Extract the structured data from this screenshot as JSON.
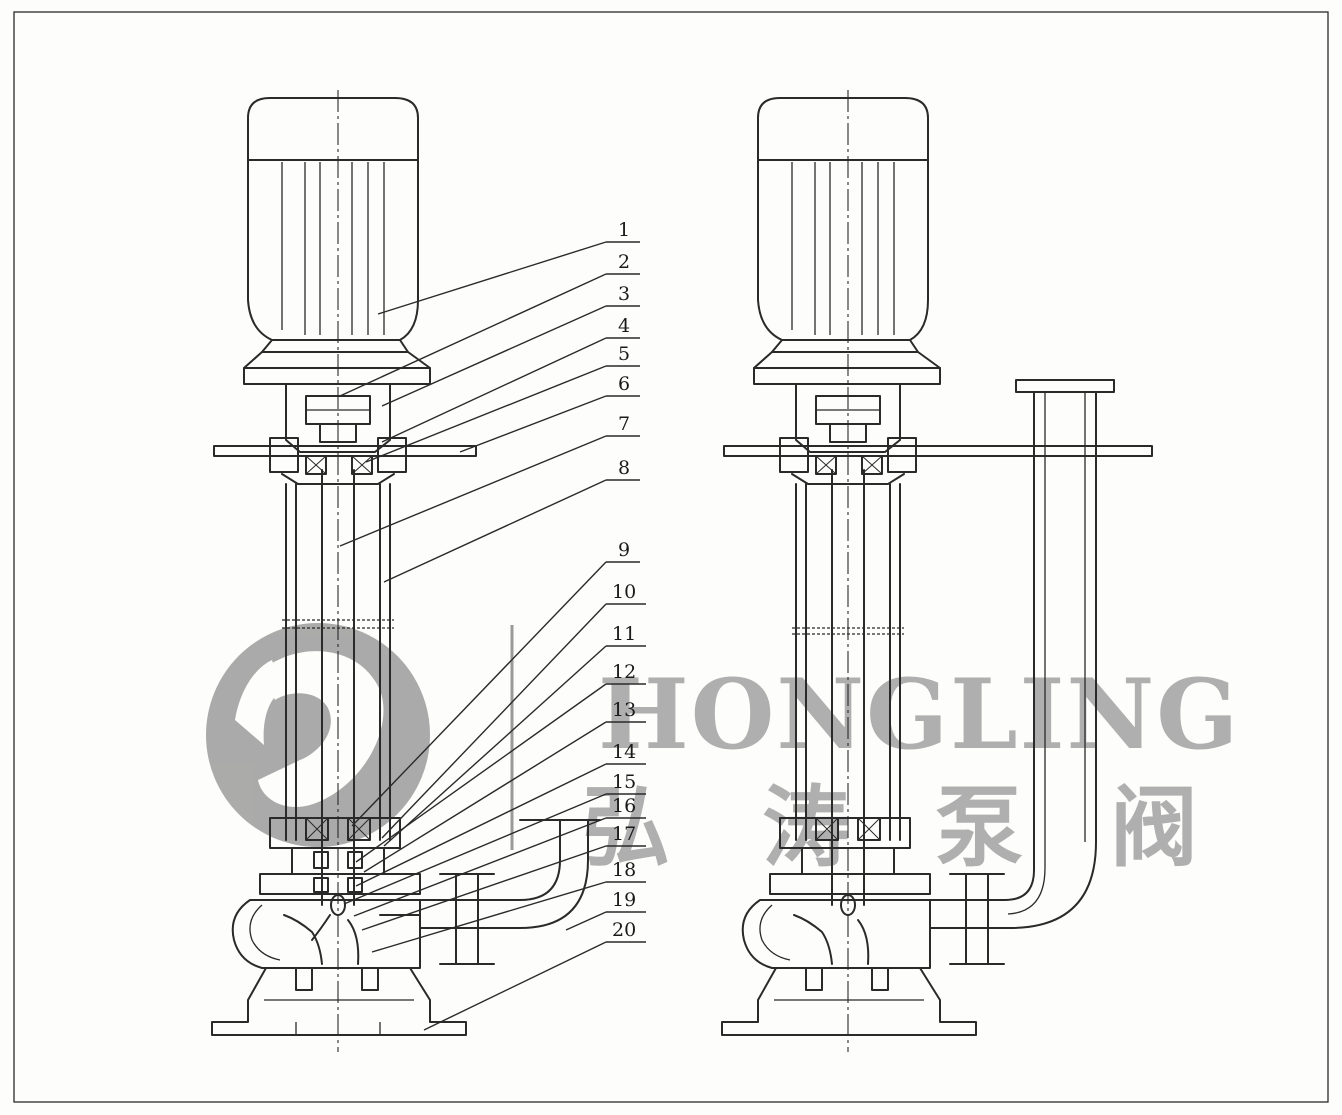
{
  "figure": {
    "part_callouts": [
      "1",
      "2",
      "3",
      "4",
      "5",
      "6",
      "7",
      "8",
      "9",
      "10",
      "11",
      "12",
      "13",
      "14",
      "15",
      "16",
      "17",
      "18",
      "19",
      "20"
    ]
  },
  "watermark": {
    "brand_latin": "HONGLING",
    "brand_cjk": [
      "弘",
      "涛",
      "泵",
      "阀"
    ]
  }
}
